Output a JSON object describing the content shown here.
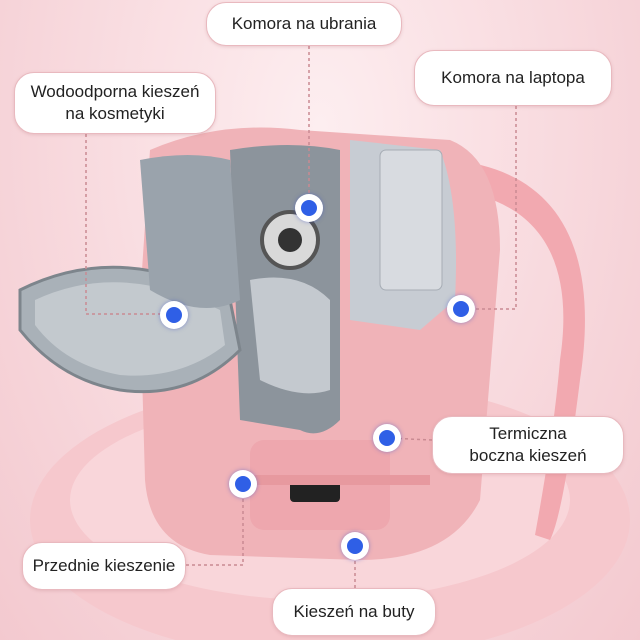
{
  "labels": {
    "clothes": "Komora na ubrania",
    "laptop": "Komora na laptopa",
    "cosmetics": "Wodoodporna kieszeń\nna kosmetyki",
    "thermal": "Termiczna\nboczna kieszeń",
    "front": "Przednie kieszenie",
    "shoes": "Kieszeń na buty"
  },
  "colors": {
    "background": "#f9dde1",
    "backpack": "#f0b3b8",
    "lining": "#9aa3ac",
    "marker": "#2f5fe6",
    "leader_line": "#c98a92"
  }
}
